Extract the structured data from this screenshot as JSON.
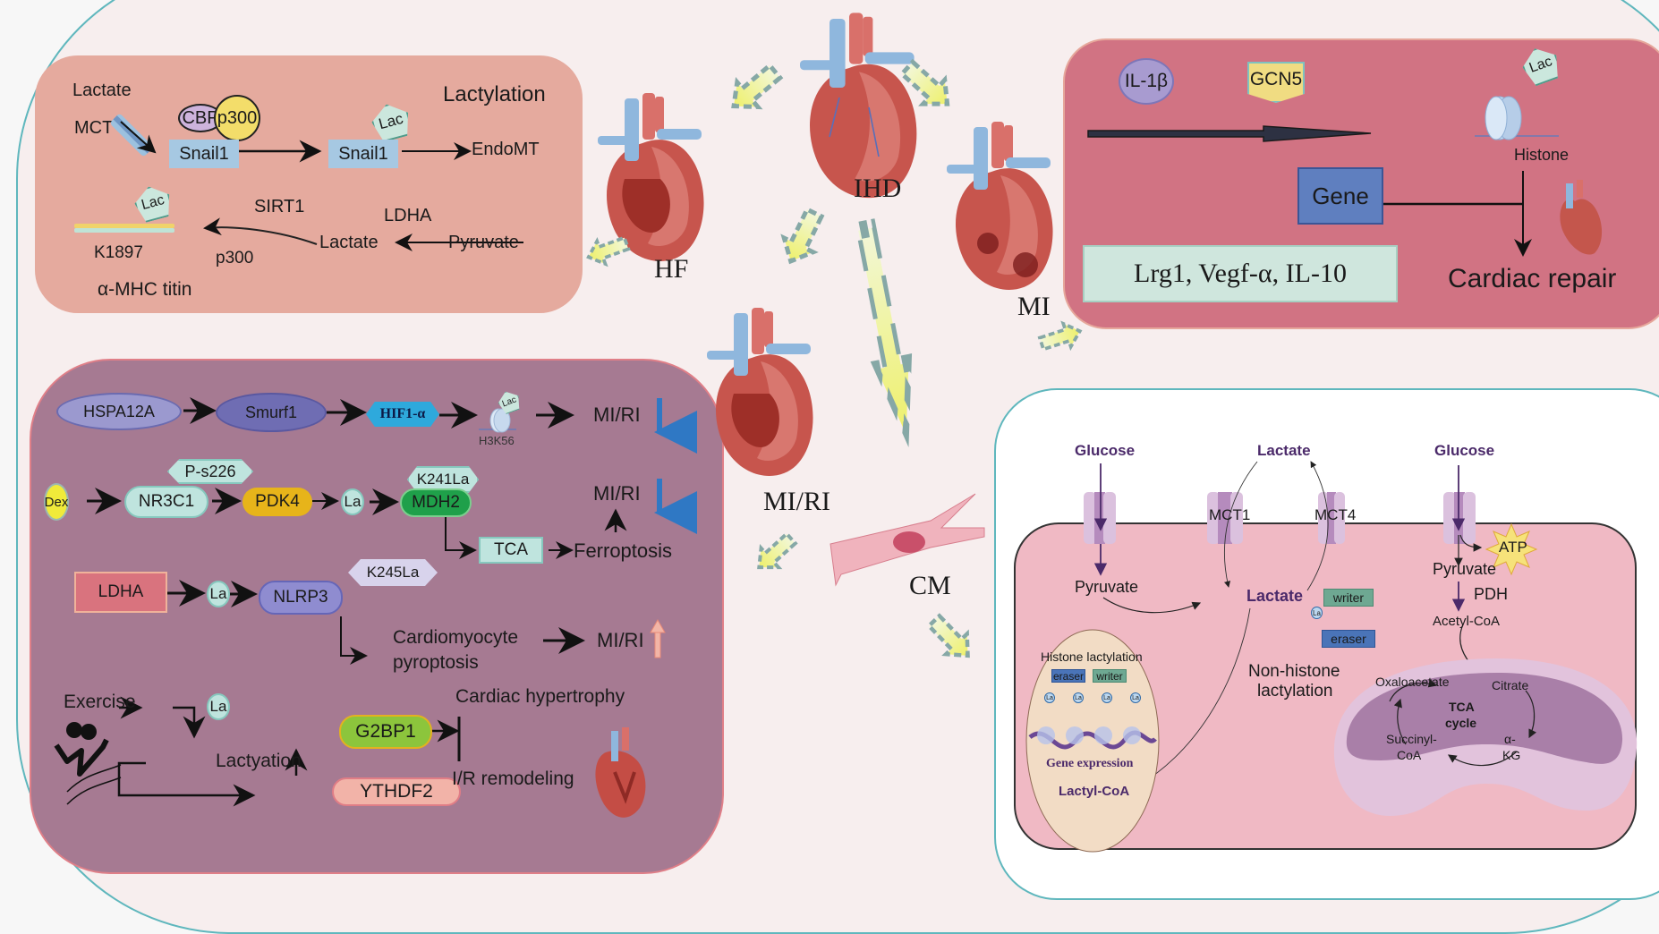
{
  "center": {
    "ihd_label": "IHD",
    "hf_label": "HF",
    "mi_label": "MI",
    "miri_label": "MI/RI",
    "cm_label": "CM"
  },
  "hf_panel": {
    "title": "Lactylation",
    "lactate_in": "Lactate",
    "mct": "MCT",
    "cbp": "CBP",
    "p300_top": "p300",
    "snail1_a": "Snail1",
    "lac_badge_a": "Lac",
    "snail1_b": "Snail1",
    "endomt": "EndoMT",
    "lac_badge_b": "Lac",
    "sirt1": "SIRT1",
    "ldha": "LDHA",
    "lactate_out": "Lactate",
    "pyruvate": "Pyruvate",
    "k1897": "K1897",
    "p300_bottom": "p300",
    "titin": "α-MHC titin"
  },
  "mi_panel": {
    "il1b": "IL-1β",
    "gcn5": "GCN5",
    "lac_badge": "Lac",
    "histone": "Histone",
    "gene": "Gene",
    "genes_list": "Lrg1, Vegf-α, IL-10",
    "outcome": "Cardiac repair"
  },
  "miri_panel": {
    "row1": {
      "hspa12a": "HSPA12A",
      "smurf1": "Smurf1",
      "hif1a": "HIF1-α",
      "lac": "Lac",
      "h3k56": "H3K56",
      "outcome": "MI/RI",
      "direction": "down"
    },
    "row2": {
      "dex": "Dex",
      "nr3c1": "NR3C1",
      "ps226": "P-s226",
      "pdk4": "PDK4",
      "la": "La",
      "mdh2": "MDH2",
      "k241la": "K241La",
      "outcome": "MI/RI",
      "direction": "down",
      "tca": "TCA",
      "ferroptosis": "Ferroptosis"
    },
    "row3": {
      "ldha": "LDHA",
      "la": "La",
      "nlrp3": "NLRP3",
      "k245la": "K245La",
      "pyroptosis_1": "Cardiomyocyte",
      "pyroptosis_2": "pyroptosis",
      "outcome": "MI/RI",
      "direction": "up"
    },
    "row4": {
      "exercise": "Exercise",
      "la": "La",
      "lactyation": "Lactyation",
      "g2bp1": "G2BP1",
      "ythdf2": "YTHDF2",
      "hypertrophy": "Cardiac hypertrophy",
      "remodeling": "I/R remodeling"
    }
  },
  "cm_panel": {
    "glucose_left": "Glucose",
    "lactate_top": "Lactate",
    "glucose_right": "Glucose",
    "mct1": "MCT1",
    "mct4": "MCT4",
    "pyruvate_left": "Pyruvate",
    "lactate_center": "Lactate",
    "writer": "writer",
    "la": "La",
    "eraser": "eraser",
    "atp": "ATP",
    "pyruvate_right": "Pyruvate",
    "pdh": "PDH",
    "acetyl_coa": "Acetyl-CoA",
    "nucleus": {
      "title": "Histone lactylation",
      "eraser": "eraser",
      "writer": "writer",
      "la_marks": [
        "La",
        "La",
        "La",
        "La"
      ],
      "gene_expression": "Gene expression",
      "lactyl_coa": "Lactyl-CoA"
    },
    "non_histone_1": "Non-histone",
    "non_histone_2": "lactylation",
    "tca": {
      "oxaloacetate": "Oxaloacetate",
      "citrate": "Citrate",
      "title_1": "TCA",
      "title_2": "cycle",
      "succinyl_1": "Succinyl-",
      "succinyl_2": "CoA",
      "akg_1": "α-",
      "akg_2": "KG"
    }
  },
  "colors": {
    "hf_panel": "#e5aa9e",
    "mi_panel": "#d17383",
    "miri_panel": "#a67a92",
    "cell": "#f0b9c4",
    "frame": "#5fb7bd",
    "arrow_fill": "#eef06a",
    "arrow_dash": "#86a8a6"
  }
}
